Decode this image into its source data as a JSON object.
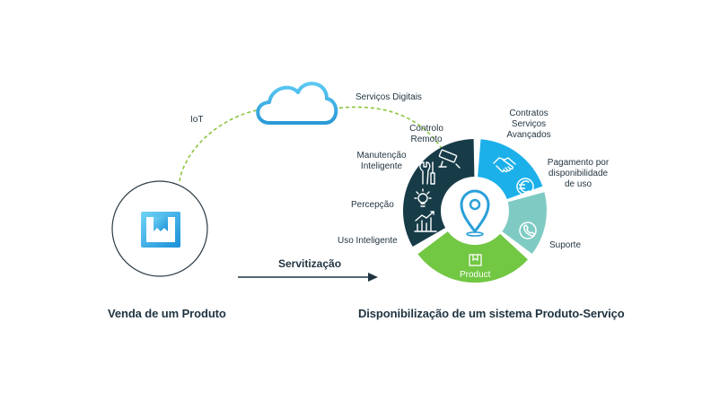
{
  "labels": {
    "iot": "IoT",
    "digital_services": "Serviços Digitais",
    "remote_control": [
      "Controlo",
      "Remoto"
    ],
    "smart_maintenance": [
      "Manutenção",
      "Inteligente"
    ],
    "perception": "Percepção",
    "smart_use": "Uso Inteligente",
    "advanced_contracts": [
      "Contratos",
      "Serviços",
      "Avançados"
    ],
    "pay_per_availability": [
      "Pagamento por",
      "disponibilidade",
      "de uso"
    ],
    "support": "Suporte",
    "product_segment": "Product"
  },
  "arrow_label": "Servitização",
  "captions": {
    "left": "Venda de um Produto",
    "right": "Disponibilização de um sistema Produto-Serviço"
  },
  "icons": {
    "cloud": "cloud-icon",
    "product_box": "product-box-icon",
    "location_pin": "location-pin-icon",
    "cctv": "cctv-camera-icon",
    "tools": "tools-icon",
    "lightbulb": "lightbulb-icon",
    "chart": "analytics-chart-icon",
    "handshake": "handshake-icon",
    "euro": "euro-coin-icon",
    "phone": "phone-icon"
  },
  "colors": {
    "dark_teal": "#173c48",
    "sky_blue": "#1cb0ea",
    "mint": "#7fcbc4",
    "green": "#72c743",
    "dashed": "#8cc63f",
    "text": "#1f3340"
  }
}
